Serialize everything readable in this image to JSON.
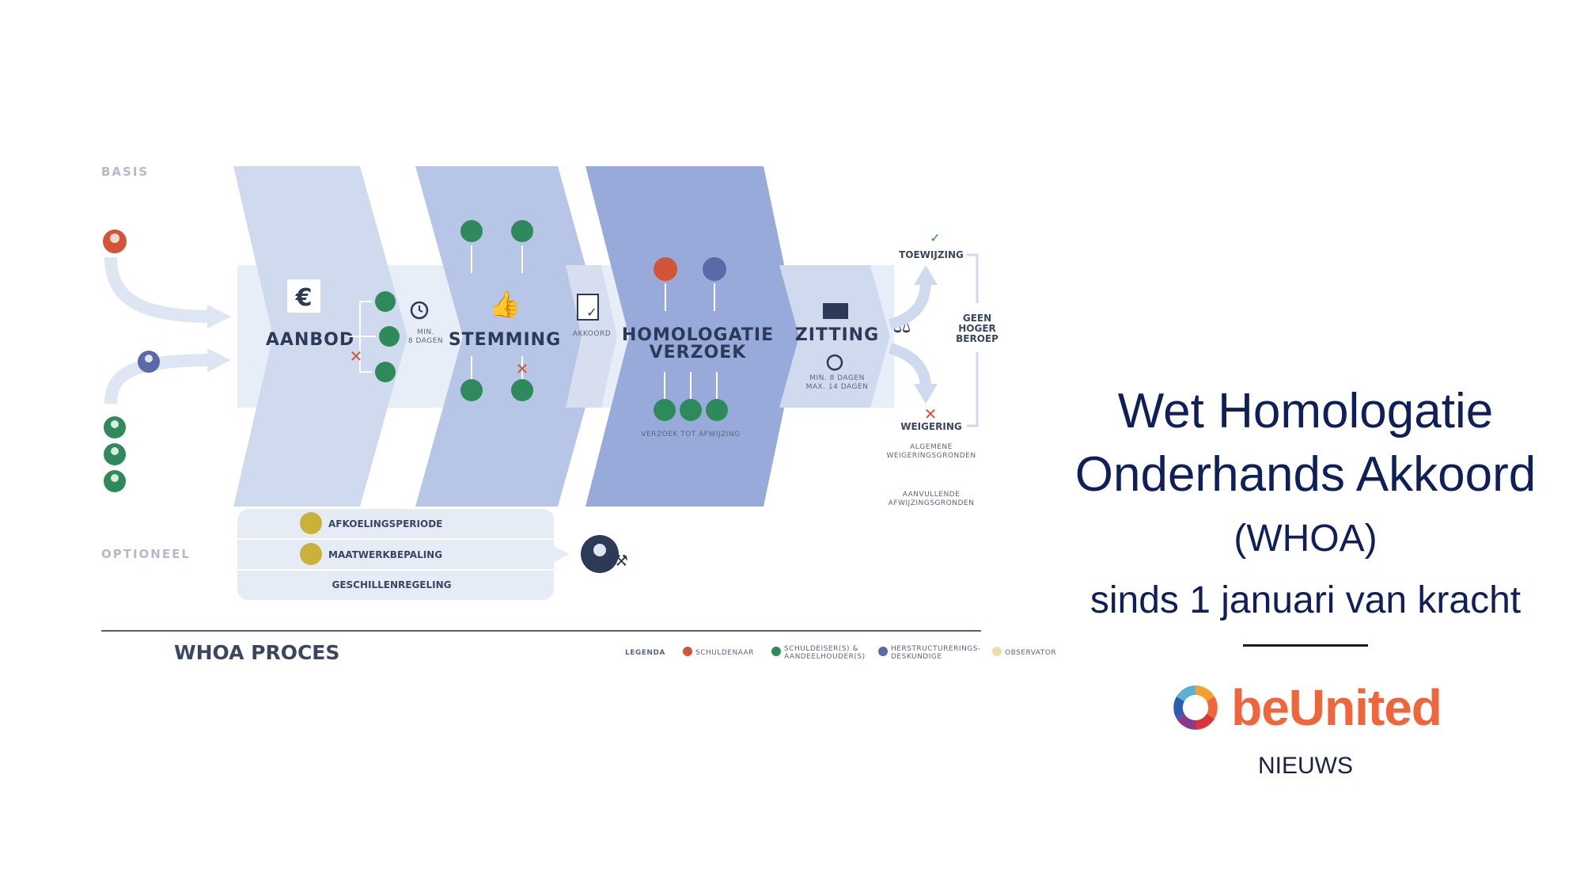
{
  "diagram": {
    "title": "WHOA PROCES",
    "basis_label": "BASIS",
    "optioneel_label": "OPTIONEEL",
    "stages": {
      "aanbod": "AANBOD",
      "stemming": "STEMMING",
      "homologatie_line1": "HOMOLOGATIE",
      "homologatie_line2": "VERZOEK",
      "zitting": "ZITTING"
    },
    "small": {
      "min_dagen_1": "MIN.",
      "min_dagen_2": "8 DAGEN",
      "akkoord": "AKKOORD",
      "verzoek_tot_afwijzing": "VERZOEK TOT AFWIJZING",
      "zitting_min": "MIN. 8 DAGEN",
      "zitting_max": "MAX. 14 DAGEN",
      "algemene_1": "ALGEMENE",
      "algemene_2": "WEIGERINGSGRONDEN",
      "aanvullende_1": "AANVULLENDE",
      "aanvullende_2": "AFWIJZINGSGRONDEN"
    },
    "outcomes": {
      "toewijzing": "TOEWIJZING",
      "weigering": "WEIGERING",
      "geen": "GEEN",
      "hoger": "HOGER",
      "beroep": "BEROEP"
    },
    "optional": {
      "afkoelingsperiode": "AFKOELINGSPERIODE",
      "maatwerkbepaling": "MAATWERKBEPALING",
      "geschillenregeling": "GESCHILLENREGELING"
    },
    "legend": {
      "label": "LEGENDA",
      "schuldenaar": "SCHULDENAAR",
      "schuldeisers_1": "SCHULDEISER(S) &",
      "schuldeisers_2": "AANDEELHOUDER(S)",
      "herstructurering_1": "HERSTRUCTURERINGS-",
      "herstructurering_2": "DESKUNDIGE",
      "observator": "OBSERVATOR"
    },
    "colors": {
      "schuldenaar": "#d2553a",
      "schuldeiser": "#2f8a5b",
      "deskundige": "#5a6aa8",
      "observator": "#c9b13a",
      "stage_light": "#d0daef",
      "stage_mid": "#b7c5e6",
      "stage_dark": "#98aad9"
    }
  },
  "headline": {
    "line1": "Wet Homologatie",
    "line2": "Onderhands Akkoord",
    "line3": "(WHOA)",
    "line4": "sinds 1 januari van kracht"
  },
  "brand": {
    "name": "beUnited",
    "section": "NIEUWS"
  }
}
